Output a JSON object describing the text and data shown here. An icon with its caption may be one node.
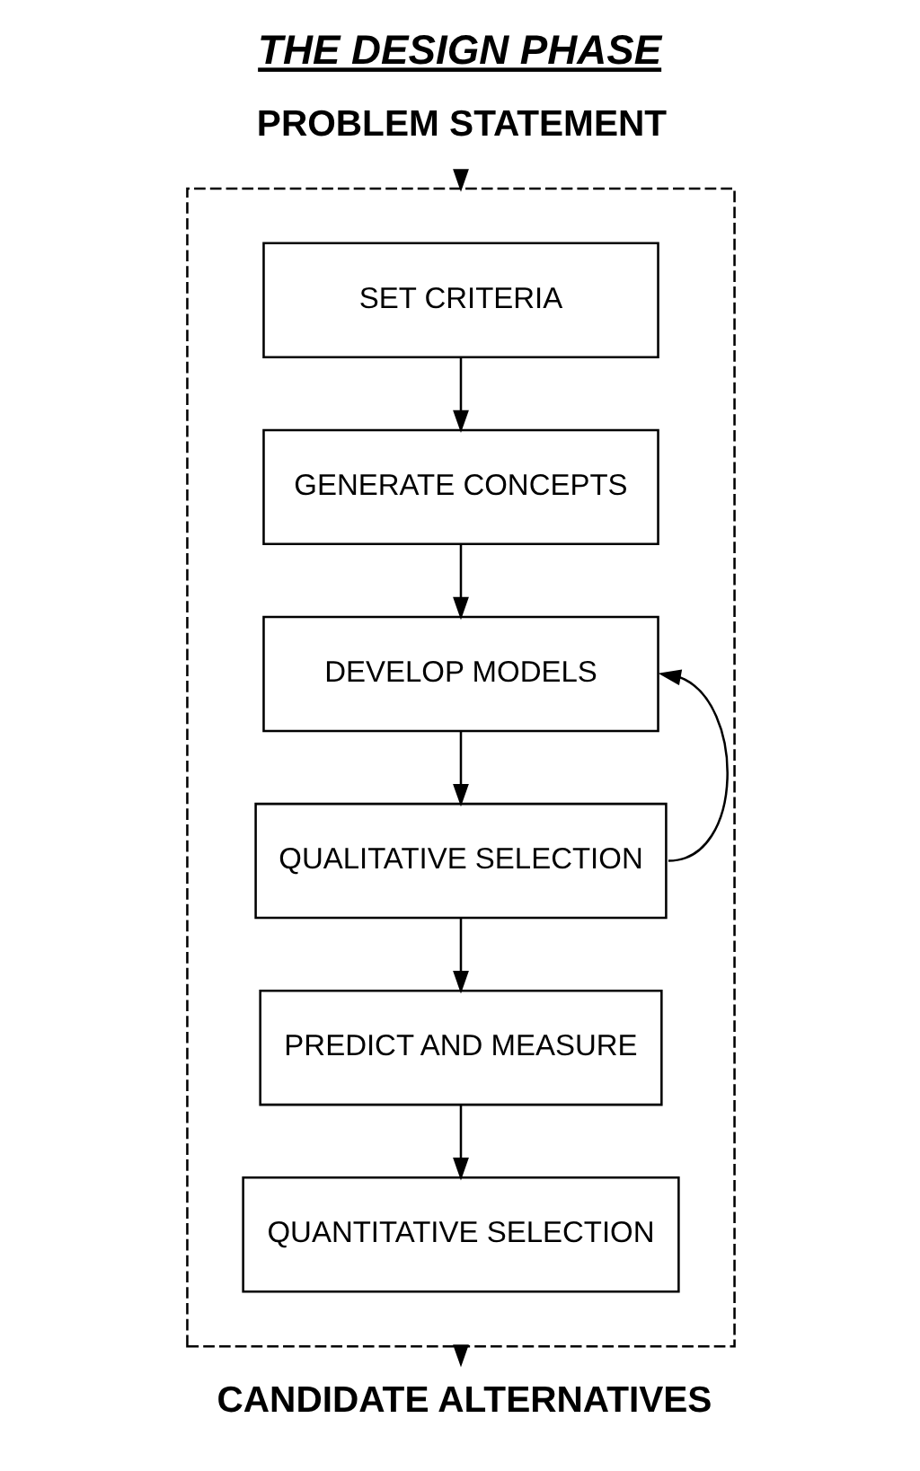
{
  "diagram": {
    "title": "THE DESIGN PHASE",
    "nodes": [
      {
        "text": [
          "PROBLEM STATEMENT"
        ]
      },
      {
        "text": [],
        "shape": "box"
      },
      {
        "text": [
          "SET CRITERIA"
        ],
        "in": 1
      },
      {
        "text": [
          "GENERATE CONCEPTS"
        ],
        "in": 1
      },
      {
        "text": [
          "DEVELOP MODELS"
        ],
        "in": 1
      },
      {
        "text": [
          "QUALITATIVE SELECTION"
        ],
        "in": 1
      },
      {
        "text": [
          "PREDICT AND MEASURE"
        ],
        "in": 1
      },
      {
        "text": [
          "QUANTITATIVE SELECTION"
        ],
        "in": 1
      },
      {
        "text": [
          "CANDIDATE ALTERNATIVES"
        ]
      }
    ],
    "edges": [
      {
        "from": 0,
        "to": 1,
        "arrow": "to"
      },
      {
        "from": 2,
        "to": 3,
        "arrow": "to"
      },
      {
        "from": 3,
        "to": 4,
        "arrow": "to"
      },
      {
        "from": 4,
        "to": 5,
        "arrow": "to"
      },
      {
        "from": 5,
        "to": 4,
        "arrow": "to"
      },
      {
        "from": 5,
        "to": 6,
        "arrow": "to"
      },
      {
        "from": 6,
        "to": 7,
        "arrow": "to"
      },
      {
        "from": 1,
        "to": 8,
        "arrow": "to"
      }
    ]
  }
}
